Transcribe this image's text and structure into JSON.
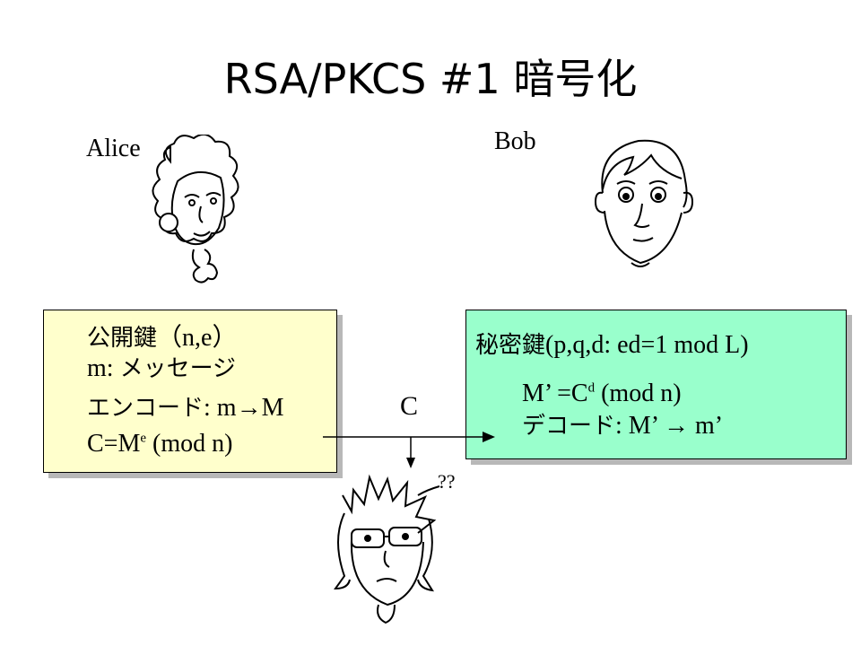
{
  "title": "RSA/PKCS #1 暗号化",
  "alice": {
    "name": "Alice",
    "box": {
      "line1_jp": "公開鍵",
      "line1_rest": "（n,e）",
      "line2_prefix": "m: ",
      "line2_jp": "メッセージ",
      "line3_jp": "エンコード",
      "line3_rest": ": m→M",
      "line4_base": "C=M",
      "line4_sup": "e",
      "line4_rest": " (mod n)"
    }
  },
  "bob": {
    "name": "Bob",
    "box": {
      "line1_jp": "秘密鍵",
      "line1_rest": "(p,q,d: ed=1 mod L)",
      "line2_base": "M’ =C",
      "line2_sup": "d",
      "line2_rest": "  (mod n)",
      "line3_jp": "デコード",
      "line3_rest": ": M’ →  m’"
    }
  },
  "channel": {
    "label": "C"
  },
  "eve": {
    "thought": "??"
  },
  "colors": {
    "alice_box": "#ffffcc",
    "bob_box": "#99ffcc",
    "shadow": "#b8b8b8"
  }
}
